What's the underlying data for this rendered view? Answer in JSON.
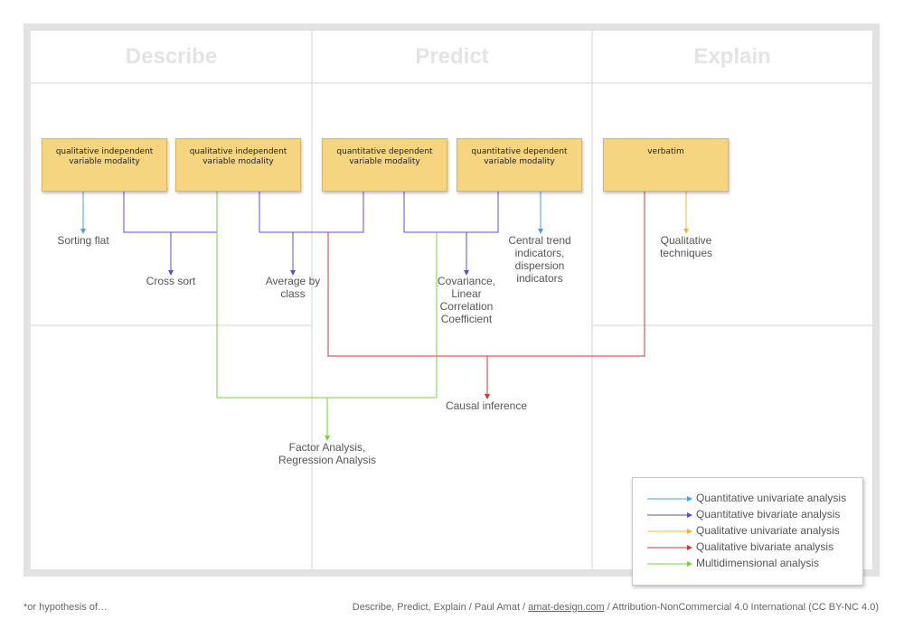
{
  "columns": [
    "Describe",
    "Predict",
    "Explain"
  ],
  "notes": [
    "qualitative independent\nvariable modality",
    "qualitative independent\nvariable modality",
    "quantitative dependent\nvariable modality",
    "quantitative dependent\nvariable modality",
    "verbatim"
  ],
  "labels": {
    "sorting_flat": "Sorting flat",
    "cross_sort": "Cross sort",
    "average_by_class": "Average by\nclass",
    "covariance": "Covariance,\nLinear\nCorrelation\nCoefficient",
    "central_trend": "Central trend\nindicators,\ndispersion\nindicators",
    "qualitative_techniques": "Qualitative\ntechniques",
    "causal_inference": "Causal inference",
    "factor_analysis": "Factor Analysis,\nRegression Analysis"
  },
  "legend": [
    {
      "label": "Quantitative univariate analysis",
      "color": "#4a9fe0"
    },
    {
      "label": "Quantitative bivariate analysis",
      "color": "#5a4fd6"
    },
    {
      "label": "Qualitative univariate analysis",
      "color": "#f0b830"
    },
    {
      "label": "Qualitative bivariate analysis",
      "color": "#c83a3a"
    },
    {
      "label": "Multidimensional analysis",
      "color": "#7ccf3c"
    }
  ],
  "footer": {
    "left": "*or hypothesis of…",
    "prefix": "Describe, Predict, Explain / Paul Amat / ",
    "link": "amat-design.com",
    "suffix": " / Attribution-NonCommercial 4.0 International (CC BY-NC 4.0)"
  }
}
